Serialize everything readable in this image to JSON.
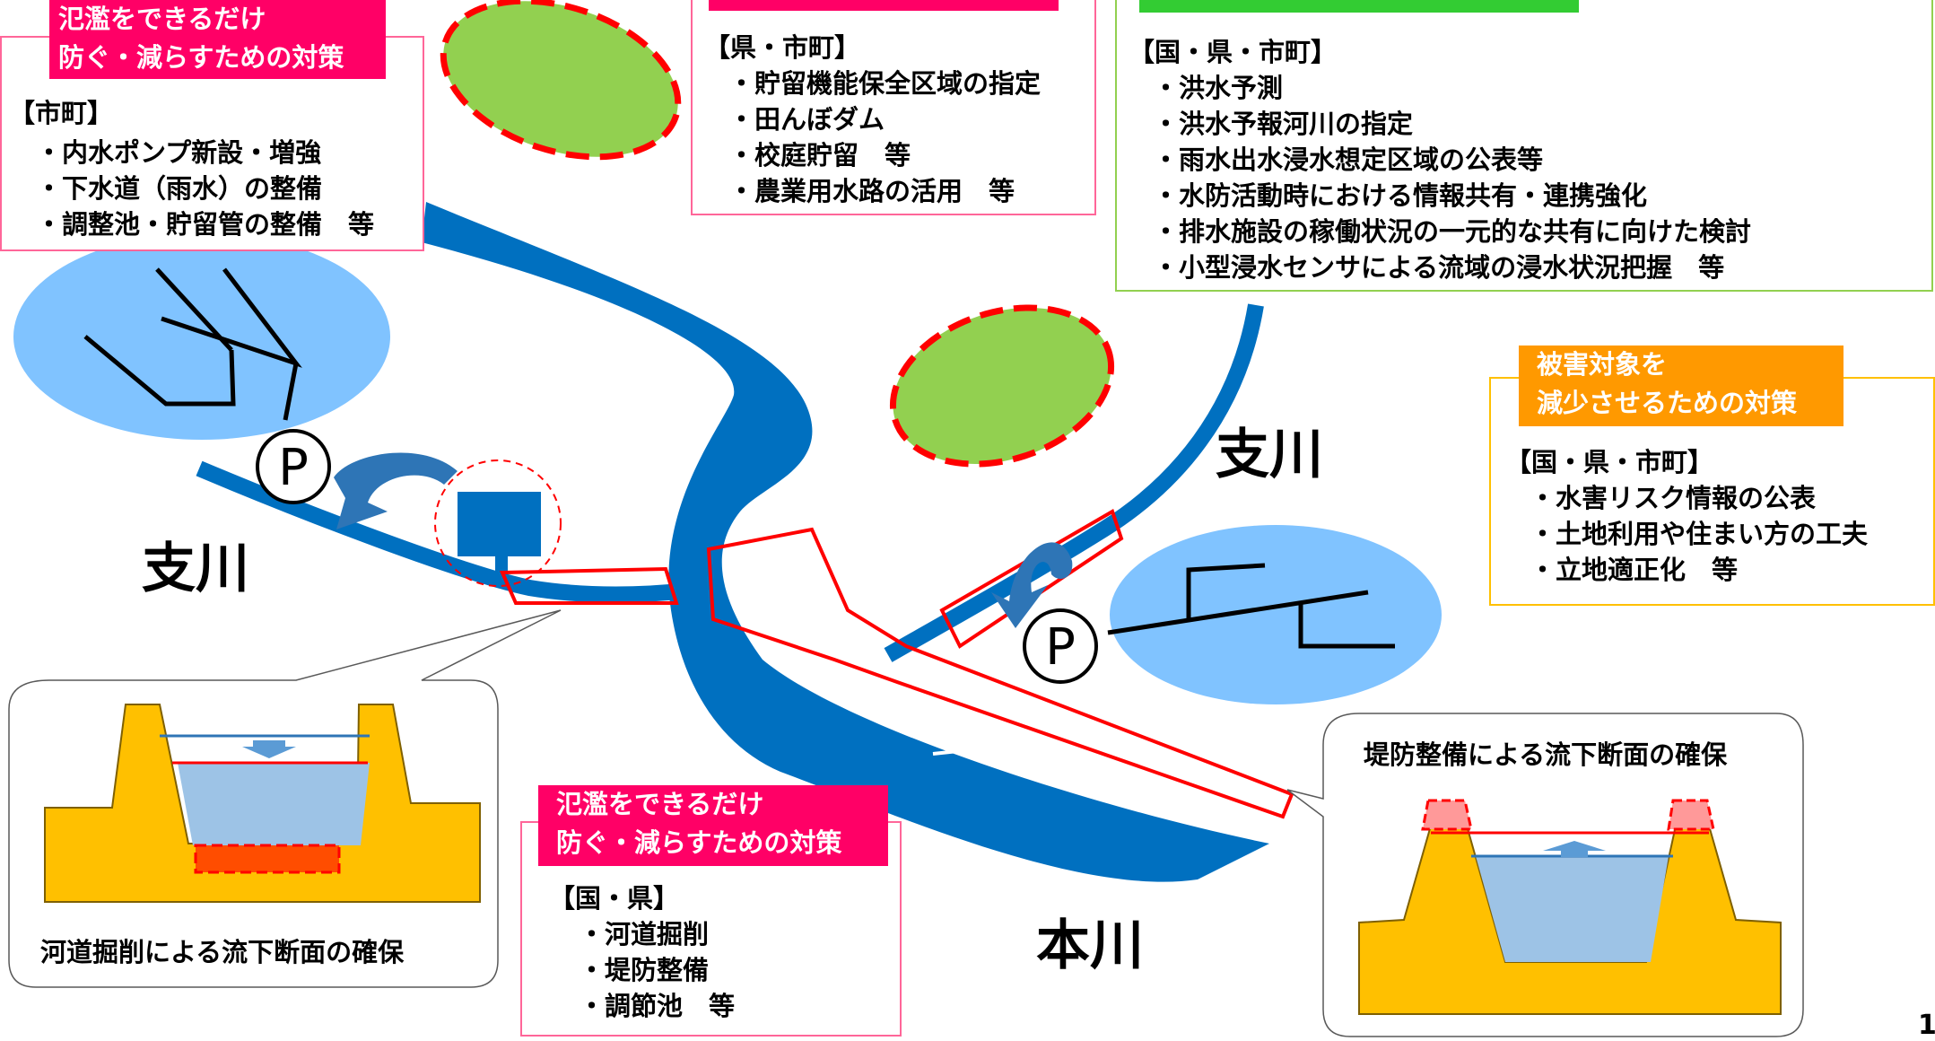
{
  "colors": {
    "river": "#0070c0",
    "basin": "#80c3ff",
    "green": "#92d050",
    "levee": "#ffc000",
    "red": "#ff0000",
    "pink_header": "#ff0066",
    "orange_header": "#ff9900",
    "green_header": "#33cc33",
    "pink_border": "#ff6699"
  },
  "box_top_left": {
    "header": [
      "氾濫をできるだけ",
      "防ぐ・減らすための対策"
    ],
    "org": "【市町】",
    "items": [
      "・内水ポンプ新設・増強",
      "・下水道（雨水）の整備",
      "・調整池・貯留管の整備　等"
    ]
  },
  "box_top_center": {
    "org": "【県・市町】",
    "items": [
      "・貯留機能保全区域の指定",
      "・田んぼダム",
      "・校庭貯留　等",
      "・農業用水路の活用　等"
    ]
  },
  "box_top_right": {
    "org": "【国・県・市町】",
    "items": [
      "・洪水予測",
      "・洪水予報河川の指定",
      "・雨水出水浸水想定区域の公表等",
      "・水防活動時における情報共有・連携強化",
      "・排水施設の稼働状況の一元的な共有に向けた検討",
      "・小型浸水センサによる流域の浸水状況把握　等"
    ]
  },
  "box_right": {
    "header": [
      "被害対象を",
      "減少させるための対策"
    ],
    "org": "【国・県・市町】",
    "items": [
      "・水害リスク情報の公表",
      "・土地利用や住まい方の工夫",
      "・立地適正化　等"
    ]
  },
  "box_bottom_center": {
    "header": [
      "氾濫をできるだけ",
      "防ぐ・減らすための対策"
    ],
    "org": "【国・県】",
    "items": [
      "・河道掘削",
      "・堤防整備",
      "・調節池　等"
    ]
  },
  "river_labels": {
    "tributary_left": "支川",
    "tributary_right": "支川",
    "main": "本川"
  },
  "pump_symbol": "P",
  "callout_left": {
    "caption": "河道掘削による流下断面の確保"
  },
  "callout_right": {
    "caption": "堤防整備による流下断面の確保"
  },
  "page_number": "1"
}
